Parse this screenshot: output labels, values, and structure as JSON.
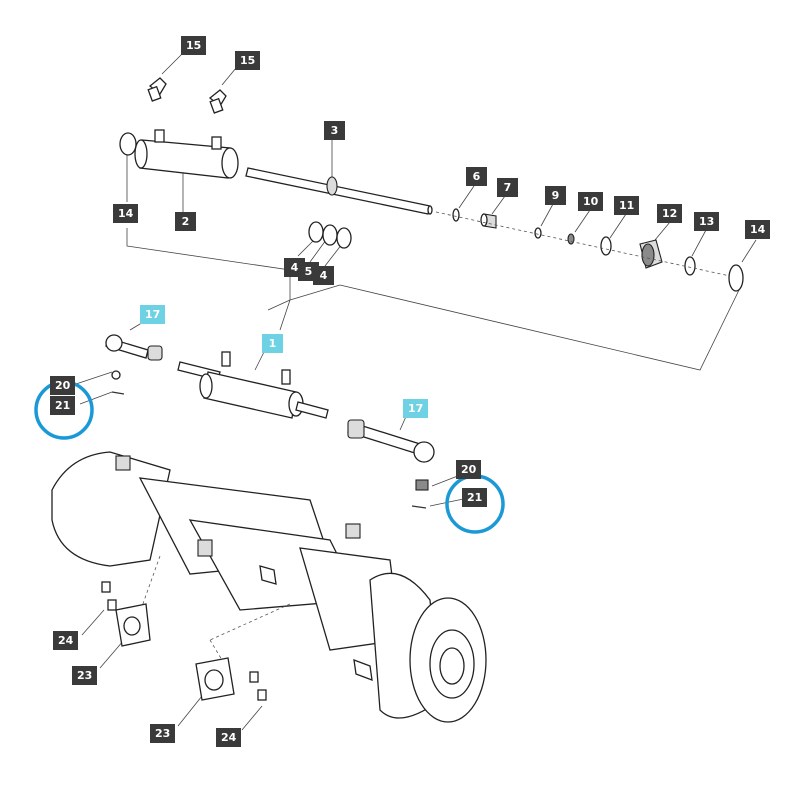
{
  "colors": {
    "callout_dark": "#3a3a3a",
    "callout_cyan": "#6fd2e4",
    "highlight_ring": "#1b98d6",
    "line": "#333333"
  },
  "callouts": {
    "c15a": "15",
    "c15b": "15",
    "c3": "3",
    "c14a": "14",
    "c2": "2",
    "c6": "6",
    "c7": "7",
    "c9": "9",
    "c10": "10",
    "c11": "11",
    "c12": "12",
    "c13": "13",
    "c14b": "14",
    "c4a": "4",
    "c5": "5",
    "c4b": "4",
    "c17a": "17",
    "c1": "1",
    "c17b": "17",
    "c20a": "20",
    "c21a": "21",
    "c20b": "20",
    "c21b": "21",
    "c24a": "24",
    "c23a": "23",
    "c23b": "23",
    "c24b": "24"
  }
}
